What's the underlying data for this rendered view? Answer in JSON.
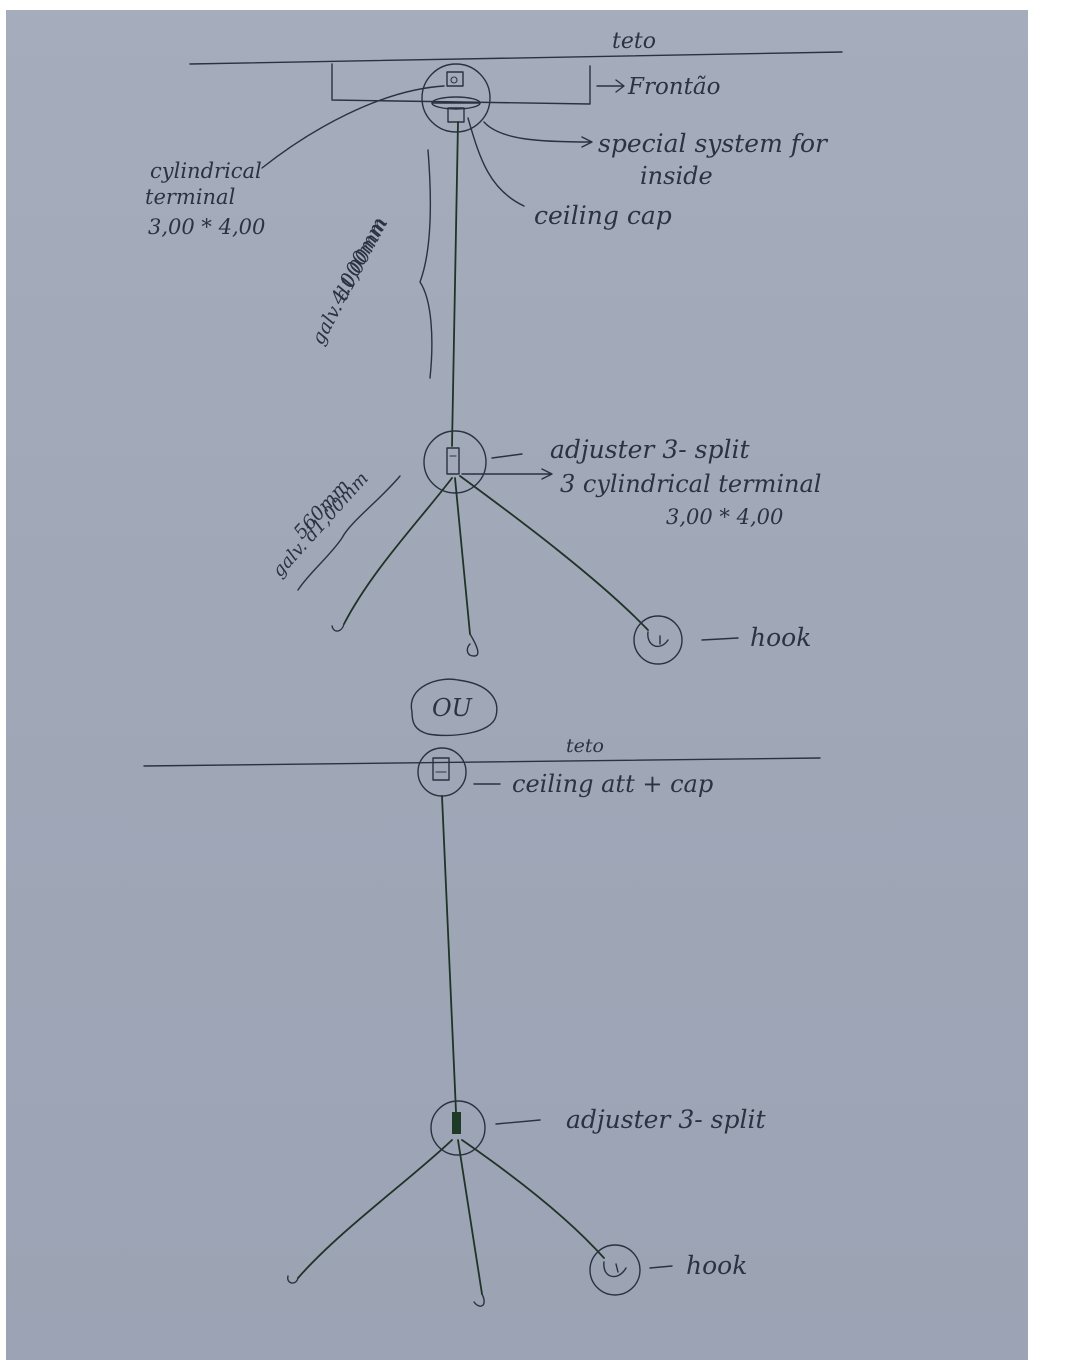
{
  "top_diagram": {
    "ceiling_label": "teto",
    "frontao_label": "Frontão",
    "special_system_line1": "special system for",
    "special_system_line2": "inside",
    "ceiling_cap_label": "ceiling cap",
    "cyl_terminal_line1": "cylindrical",
    "cyl_terminal_line2": "terminal",
    "cyl_terminal_dims": "3,00 * 4,00",
    "cable_length": "4.000mm",
    "cable_spec": "galv. d1,00mm",
    "adjuster_label": "adjuster 3- split",
    "terminal_line1": "3 cylindrical terminal",
    "terminal_line2": "3,00 * 4,00",
    "branch_length": "560mm",
    "branch_spec": "galv. d1,00mm",
    "hook_label": "hook"
  },
  "separator_label": "OU",
  "bottom_diagram": {
    "ceiling_label": "teto",
    "ceiling_att_label": "ceiling att + cap",
    "adjuster_label": "adjuster 3- split",
    "hook_label": "hook"
  },
  "colors": {
    "paper": "#a0a8b8",
    "ink": "#2a3140",
    "wire": "#1f3326"
  }
}
